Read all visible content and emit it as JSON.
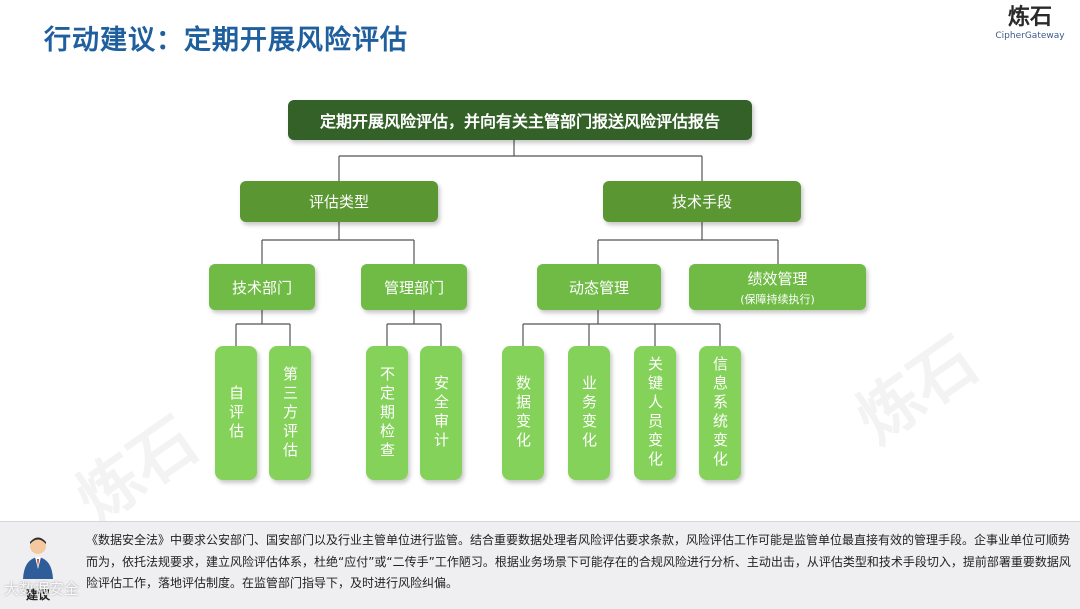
{
  "header": {
    "title": "行动建议：定期开展风险评估"
  },
  "logo": {
    "cn": "炼石",
    "en": "CipherGateway"
  },
  "watermarks": [
    "炼石",
    "炼石"
  ],
  "diagram": {
    "root": "定期开展风险评估，并向有关主管部门报送风险评估报告",
    "branch_type": "评估类型",
    "branch_tech": "技术手段",
    "dept_tech": "技术部门",
    "dept_mgmt": "管理部门",
    "dynamic": "动态管理",
    "perf": "绩效管理",
    "perf_sub": "(保障持续执行)",
    "leaves": {
      "self": "自评估",
      "third": "第三方评估",
      "irregular": "不定期检查",
      "audit": "安全审计",
      "data_change": "数据变化",
      "biz_change": "业务变化",
      "key_person": "关键人员变化",
      "info_sys": "信息系统变化"
    }
  },
  "footer": {
    "label": "建议",
    "text": "《数据安全法》中要求公安部门、国安部门以及行业主管单位进行监管。结合重要数据处理者风险评估要求条款，风险评估工作可能是监管单位最直接有效的管理手段。企事业单位可顺势而为，依托法规要求，建立风险评估体系，杜绝“应付”或“二传手”工作陋习。根据业务场景下可能存在的合规风险进行分析、主动出击，从评估类型和技术手段切入，提前部署重要数据风险评估工作，落地评估制度。在监管部门指导下，及时进行风险纠偏。",
    "brand": "大数据安全"
  }
}
